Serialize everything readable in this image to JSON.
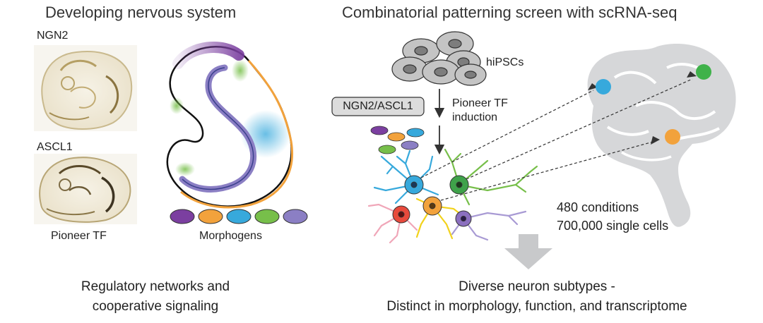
{
  "left": {
    "title": "Developing nervous system",
    "embryo_labels": [
      "NGN2",
      "ASCL1"
    ],
    "pioneer_label": "Pioneer TF",
    "morphogens_label": "Morphogens",
    "bottom_line1": "Regulatory networks and",
    "bottom_line2": "cooperative signaling"
  },
  "right": {
    "title": "Combinatorial patterning screen with scRNA-seq",
    "cells_label": "hiPSCs",
    "tf_box": "NGN2/ASCL1",
    "induction_line1": "Pioneer TF",
    "induction_line2": "induction",
    "stat_line1": "480 conditions",
    "stat_line2": "700,000 single cells",
    "bottom_line1": "Diverse neuron subtypes -",
    "bottom_line2": "Distinct in morphology, function, and transcriptome"
  },
  "colors": {
    "purple": "#7b3fa0",
    "orange": "#f2a23c",
    "blue": "#37a9dc",
    "green": "#77bf4a",
    "lavender": "#8b7fc4",
    "red": "#e84a3c",
    "pink": "#f0a6b8",
    "yellow": "#f2d21c",
    "brain": "#d6d7d9"
  }
}
